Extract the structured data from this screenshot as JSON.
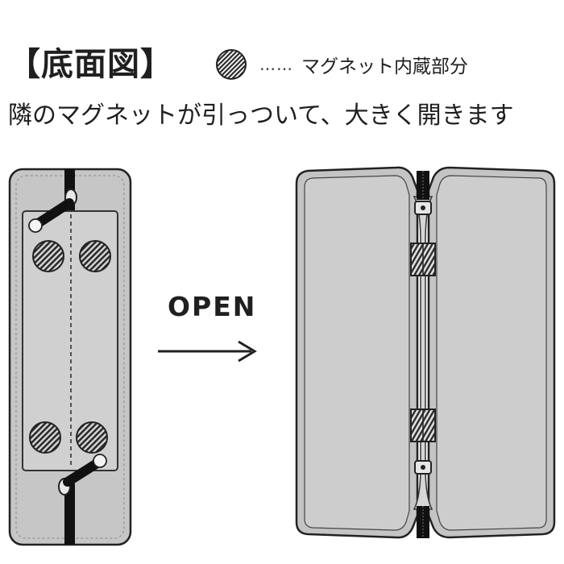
{
  "header": {
    "title": "【底面図】",
    "legend_dots": "……",
    "legend_label": "マグネット内蔵部分",
    "subtitle": "隣のマグネットが引っついて、大きく開きます"
  },
  "diagram": {
    "arrow_label": "OPEN",
    "closed_case": {
      "magnet_count": 4,
      "zipper_pulls": 2
    },
    "open_case": {
      "magnet_count": 2,
      "zipper_pulls": 2
    }
  },
  "colors": {
    "fabric": "#c6c6c6",
    "fabric_light": "#d2d2d2",
    "outline": "#222222",
    "magnet_hatch": "#2b2b2b"
  }
}
